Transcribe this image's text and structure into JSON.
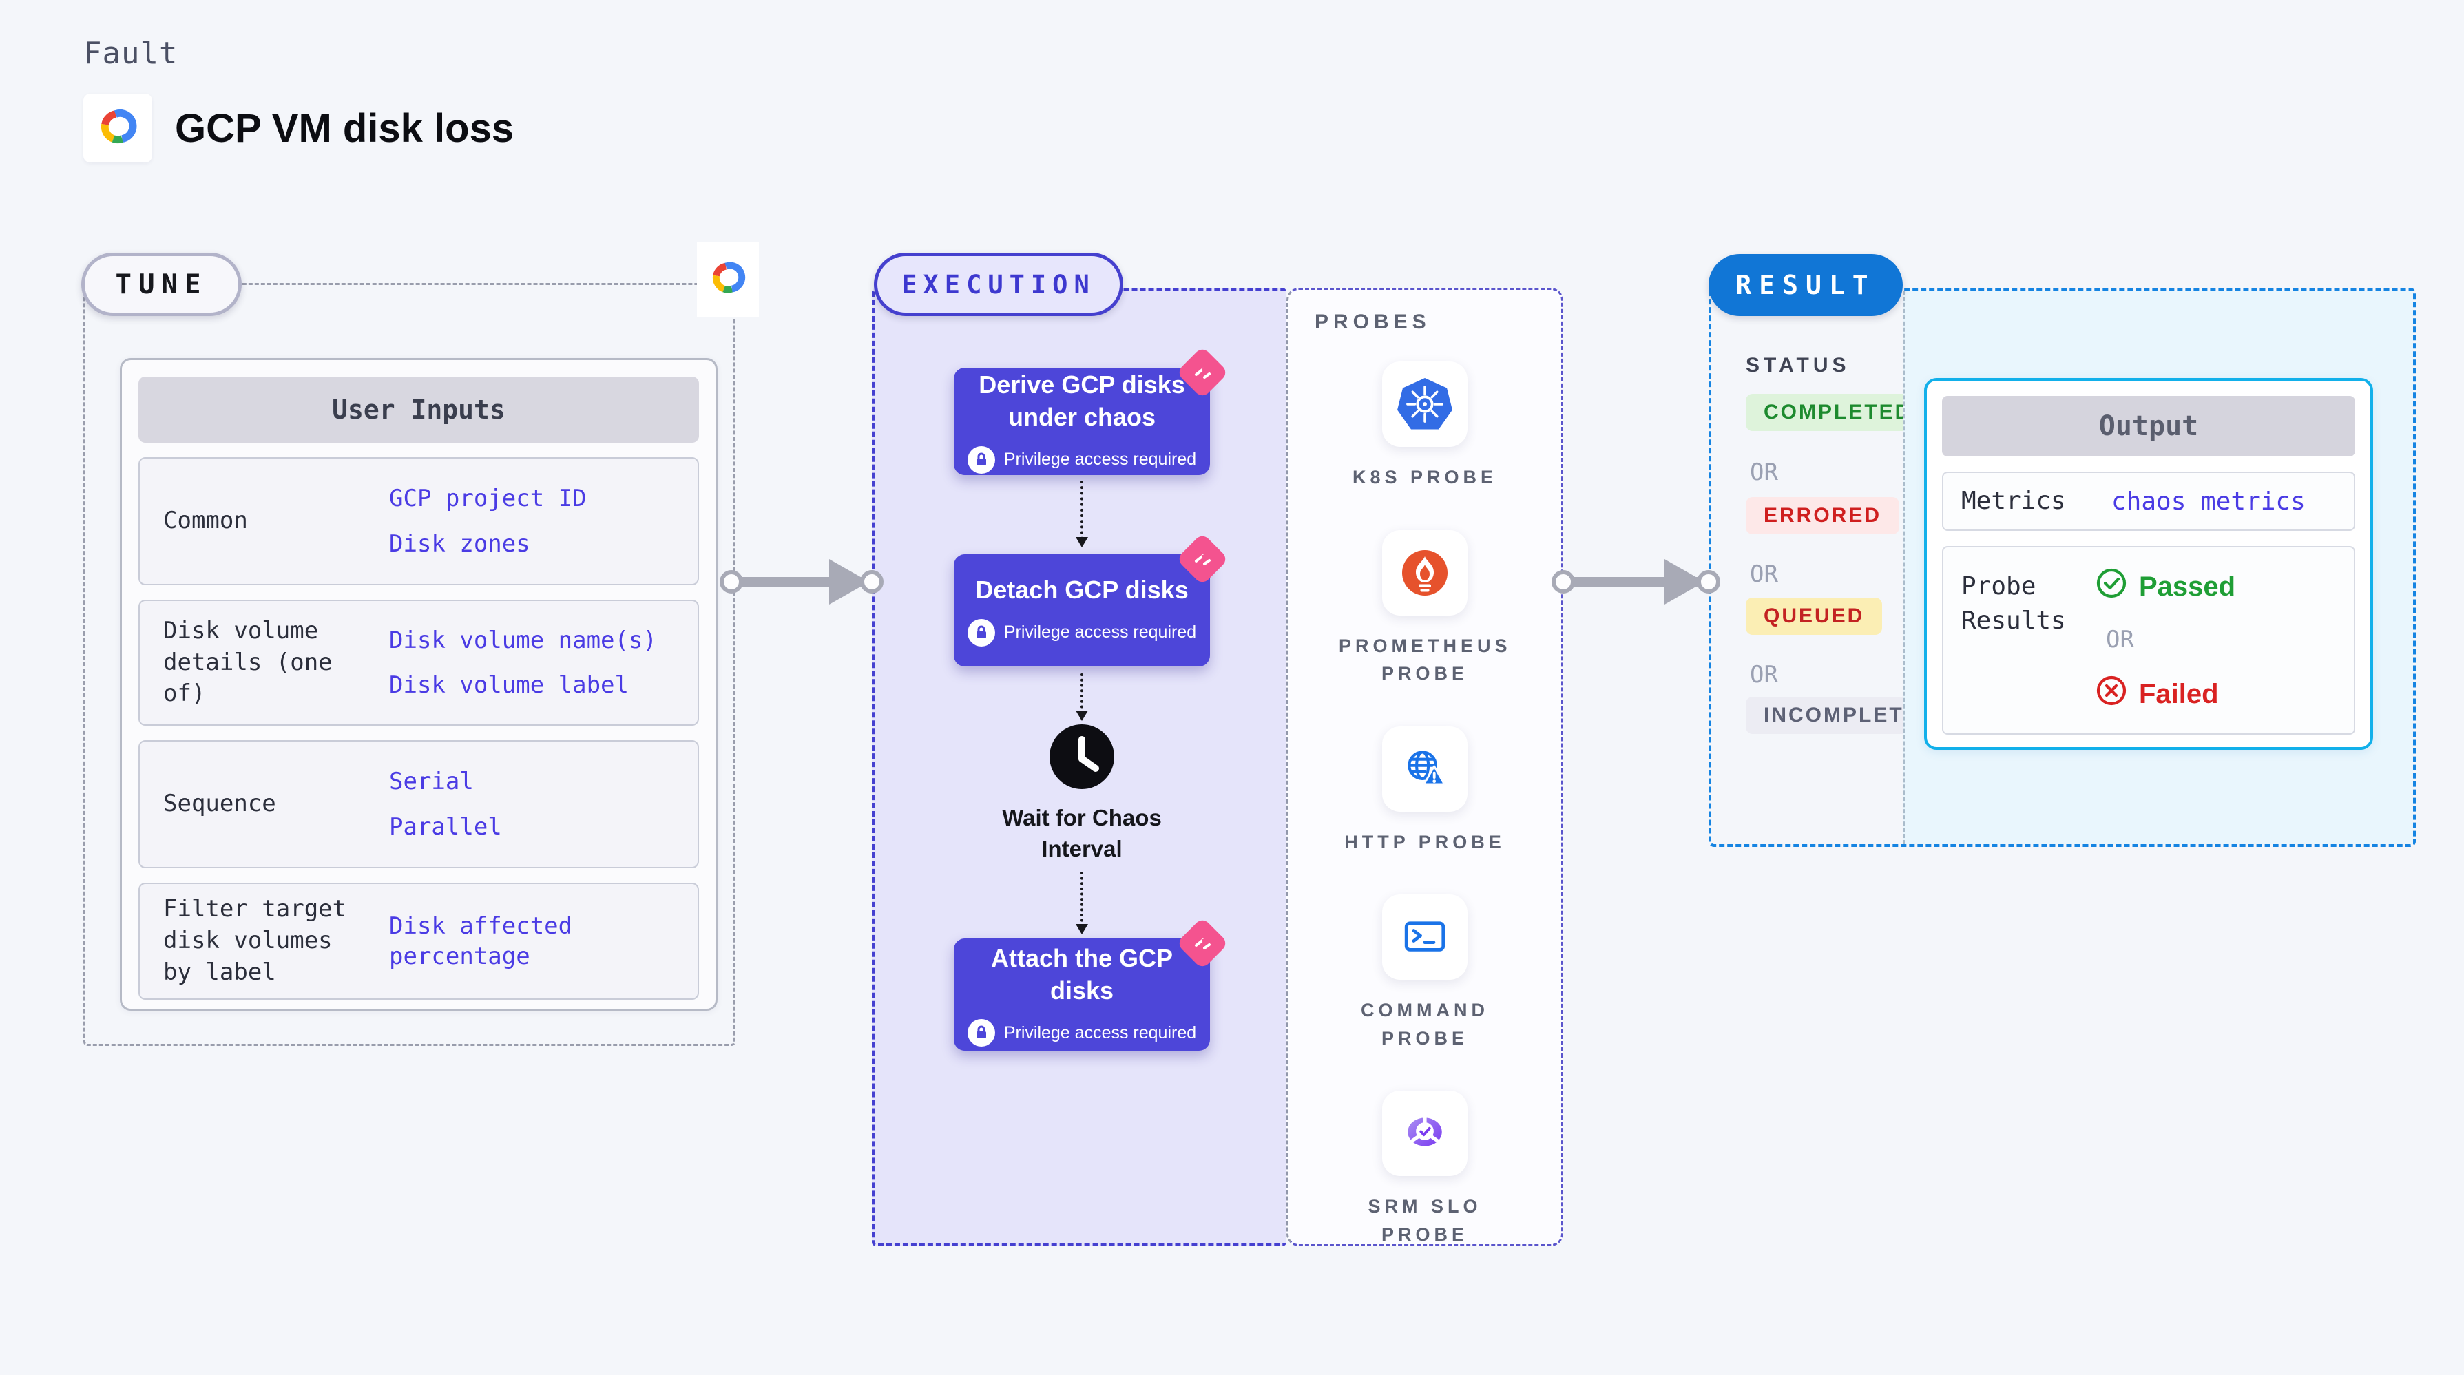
{
  "header": {
    "fault_label": "Fault",
    "title": "GCP VM disk loss",
    "logo": "gcp-cloud-icon"
  },
  "tune": {
    "badge": "TUNE",
    "table": {
      "header": "User Inputs",
      "rows": [
        {
          "label": "Common",
          "values": [
            "GCP project ID",
            "Disk zones"
          ]
        },
        {
          "label": "Disk volume details (one of)",
          "values": [
            "Disk volume name(s)",
            "Disk volume label"
          ]
        },
        {
          "label": "Sequence",
          "values": [
            "Serial",
            "Parallel"
          ]
        },
        {
          "label": "Filter target disk volumes by label",
          "values": [
            "Disk affected percentage"
          ]
        }
      ]
    }
  },
  "execution": {
    "badge": "EXECUTION",
    "steps": [
      {
        "title": "Derive GCP disks under chaos",
        "note": "Privilege access required",
        "badge_icon": "chaos-experiment-icon",
        "note_icon": "lock-icon"
      },
      {
        "title": "Detach GCP disks",
        "note": "Privilege access required",
        "badge_icon": "chaos-experiment-icon",
        "note_icon": "lock-icon"
      },
      {
        "title": "Attach the GCP disks",
        "note": "Privilege access required",
        "badge_icon": "chaos-experiment-icon",
        "note_icon": "lock-icon"
      }
    ],
    "wait_label": "Wait for Chaos Interval",
    "wait_icon": "clock-icon"
  },
  "probes": {
    "heading": "PROBES",
    "items": [
      {
        "label": "K8S PROBE",
        "icon": "kubernetes-icon"
      },
      {
        "label": "PROMETHEUS PROBE",
        "icon": "prometheus-icon"
      },
      {
        "label": "HTTP PROBE",
        "icon": "globe-warning-icon"
      },
      {
        "label": "COMMAND PROBE",
        "icon": "terminal-icon"
      },
      {
        "label": "SRM SLO PROBE",
        "icon": "slo-gauge-icon"
      }
    ]
  },
  "result": {
    "badge": "RESULT",
    "status_heading": "STATUS",
    "or": "OR",
    "statuses": [
      {
        "label": "COMPLETED",
        "bg": "#def3db",
        "color": "#1d8a2e"
      },
      {
        "label": "ERRORED",
        "bg": "#fde8e8",
        "color": "#cf1f1f"
      },
      {
        "label": "QUEUED",
        "bg": "#fbeeb4",
        "color": "#c32222"
      },
      {
        "label": "INCOMPLETED",
        "bg": "#ececf3",
        "color": "#5d6175"
      }
    ],
    "output": {
      "header": "Output",
      "metrics_label": "Metrics",
      "metrics_value": "chaos metrics",
      "probe_results_label": "Probe Results",
      "passed_label": "Passed",
      "or": "OR",
      "failed_label": "Failed",
      "passed_icon": "check-circle-icon",
      "failed_icon": "x-circle-icon"
    }
  },
  "colors": {
    "page_bg": "#f4f6fa",
    "accent_indigo": "#4d46d9",
    "execution_panel_bg": "#e5e4fa",
    "execution_border": "#4540d0",
    "tune_border": "#999dac",
    "result_border": "#1584e2",
    "result_pill_blue": "#1176d6",
    "output_border_cyan": "#12b0ea",
    "output_area_bg": "#e9f6fd",
    "value_text_blue": "#4a3be4",
    "arrow_gray": "#a8aab6",
    "litmus_pink": "#f4538f",
    "kubernetes_blue": "#326ce5",
    "prometheus_orange": "#e6522c",
    "http_blue": "#1a73e8",
    "srm_purple": "#7a3bf0",
    "passed_green": "#1f9e35",
    "failed_red": "#d92222"
  }
}
